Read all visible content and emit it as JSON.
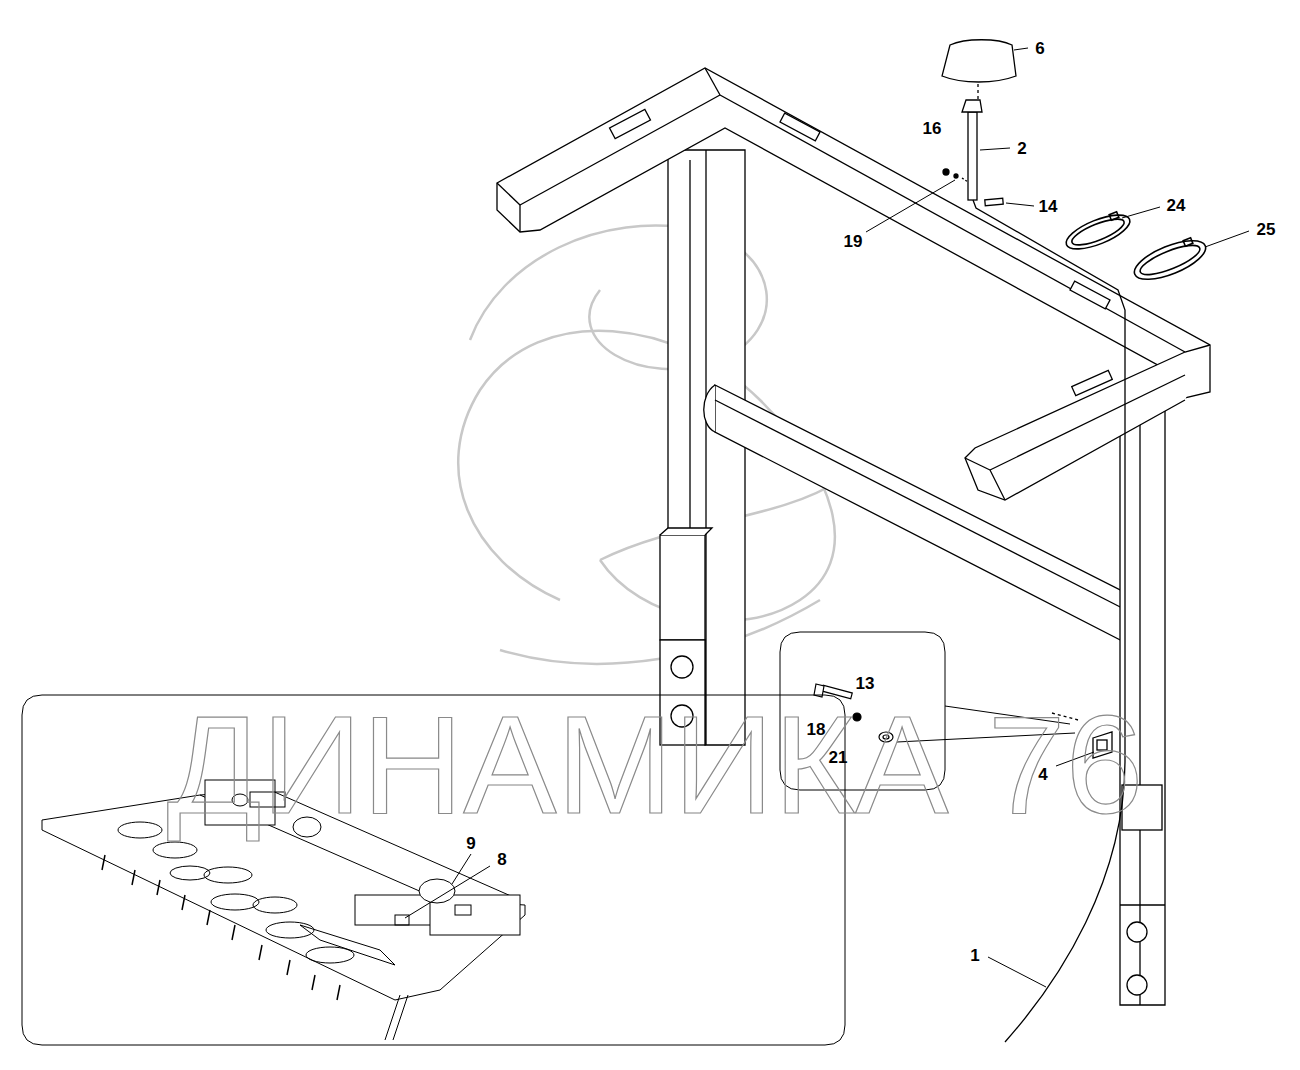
{
  "diagram": {
    "labels": [
      "6",
      "16",
      "2",
      "14",
      "24",
      "25",
      "19",
      "13",
      "18",
      "21",
      "4",
      "9",
      "8",
      "1",
      "ДИНАМИКА 76"
    ]
  }
}
